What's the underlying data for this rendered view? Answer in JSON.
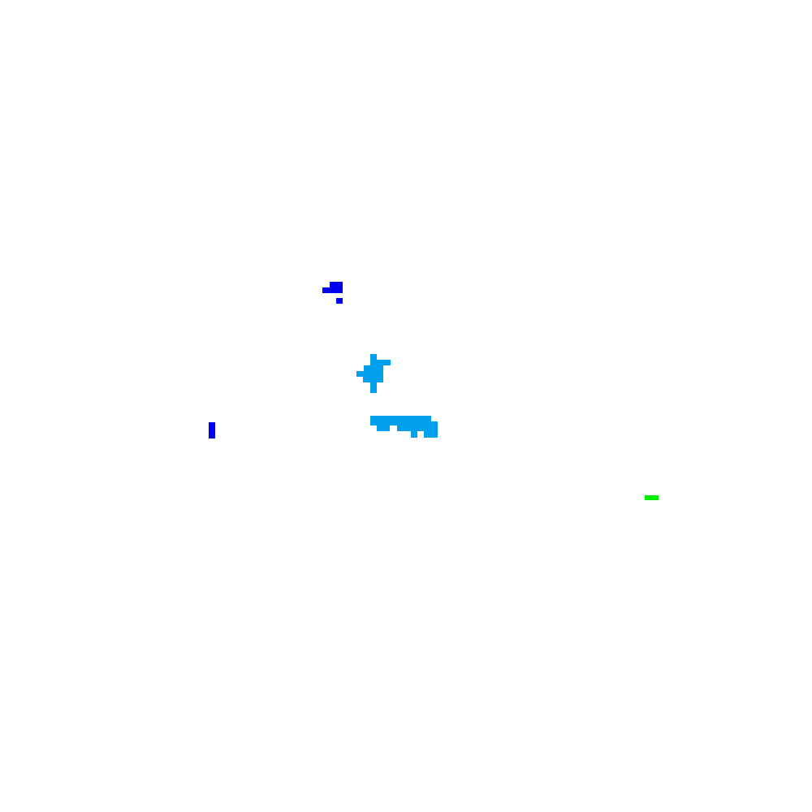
{
  "canvas": {
    "background": "#ffffff"
  },
  "palette": {
    "dark_blue": "#0000ee",
    "light_blue": "#009fee",
    "green": "#00ee00"
  },
  "blobs": [
    {
      "name": "dark-blue-blob-top",
      "color": "dark_blue"
    },
    {
      "name": "light-blue-cross-blob",
      "color": "light_blue"
    },
    {
      "name": "light-blue-bar-blob",
      "color": "light_blue"
    },
    {
      "name": "dark-blue-bar-left",
      "color": "dark_blue"
    },
    {
      "name": "green-dash-right",
      "color": "green"
    }
  ]
}
